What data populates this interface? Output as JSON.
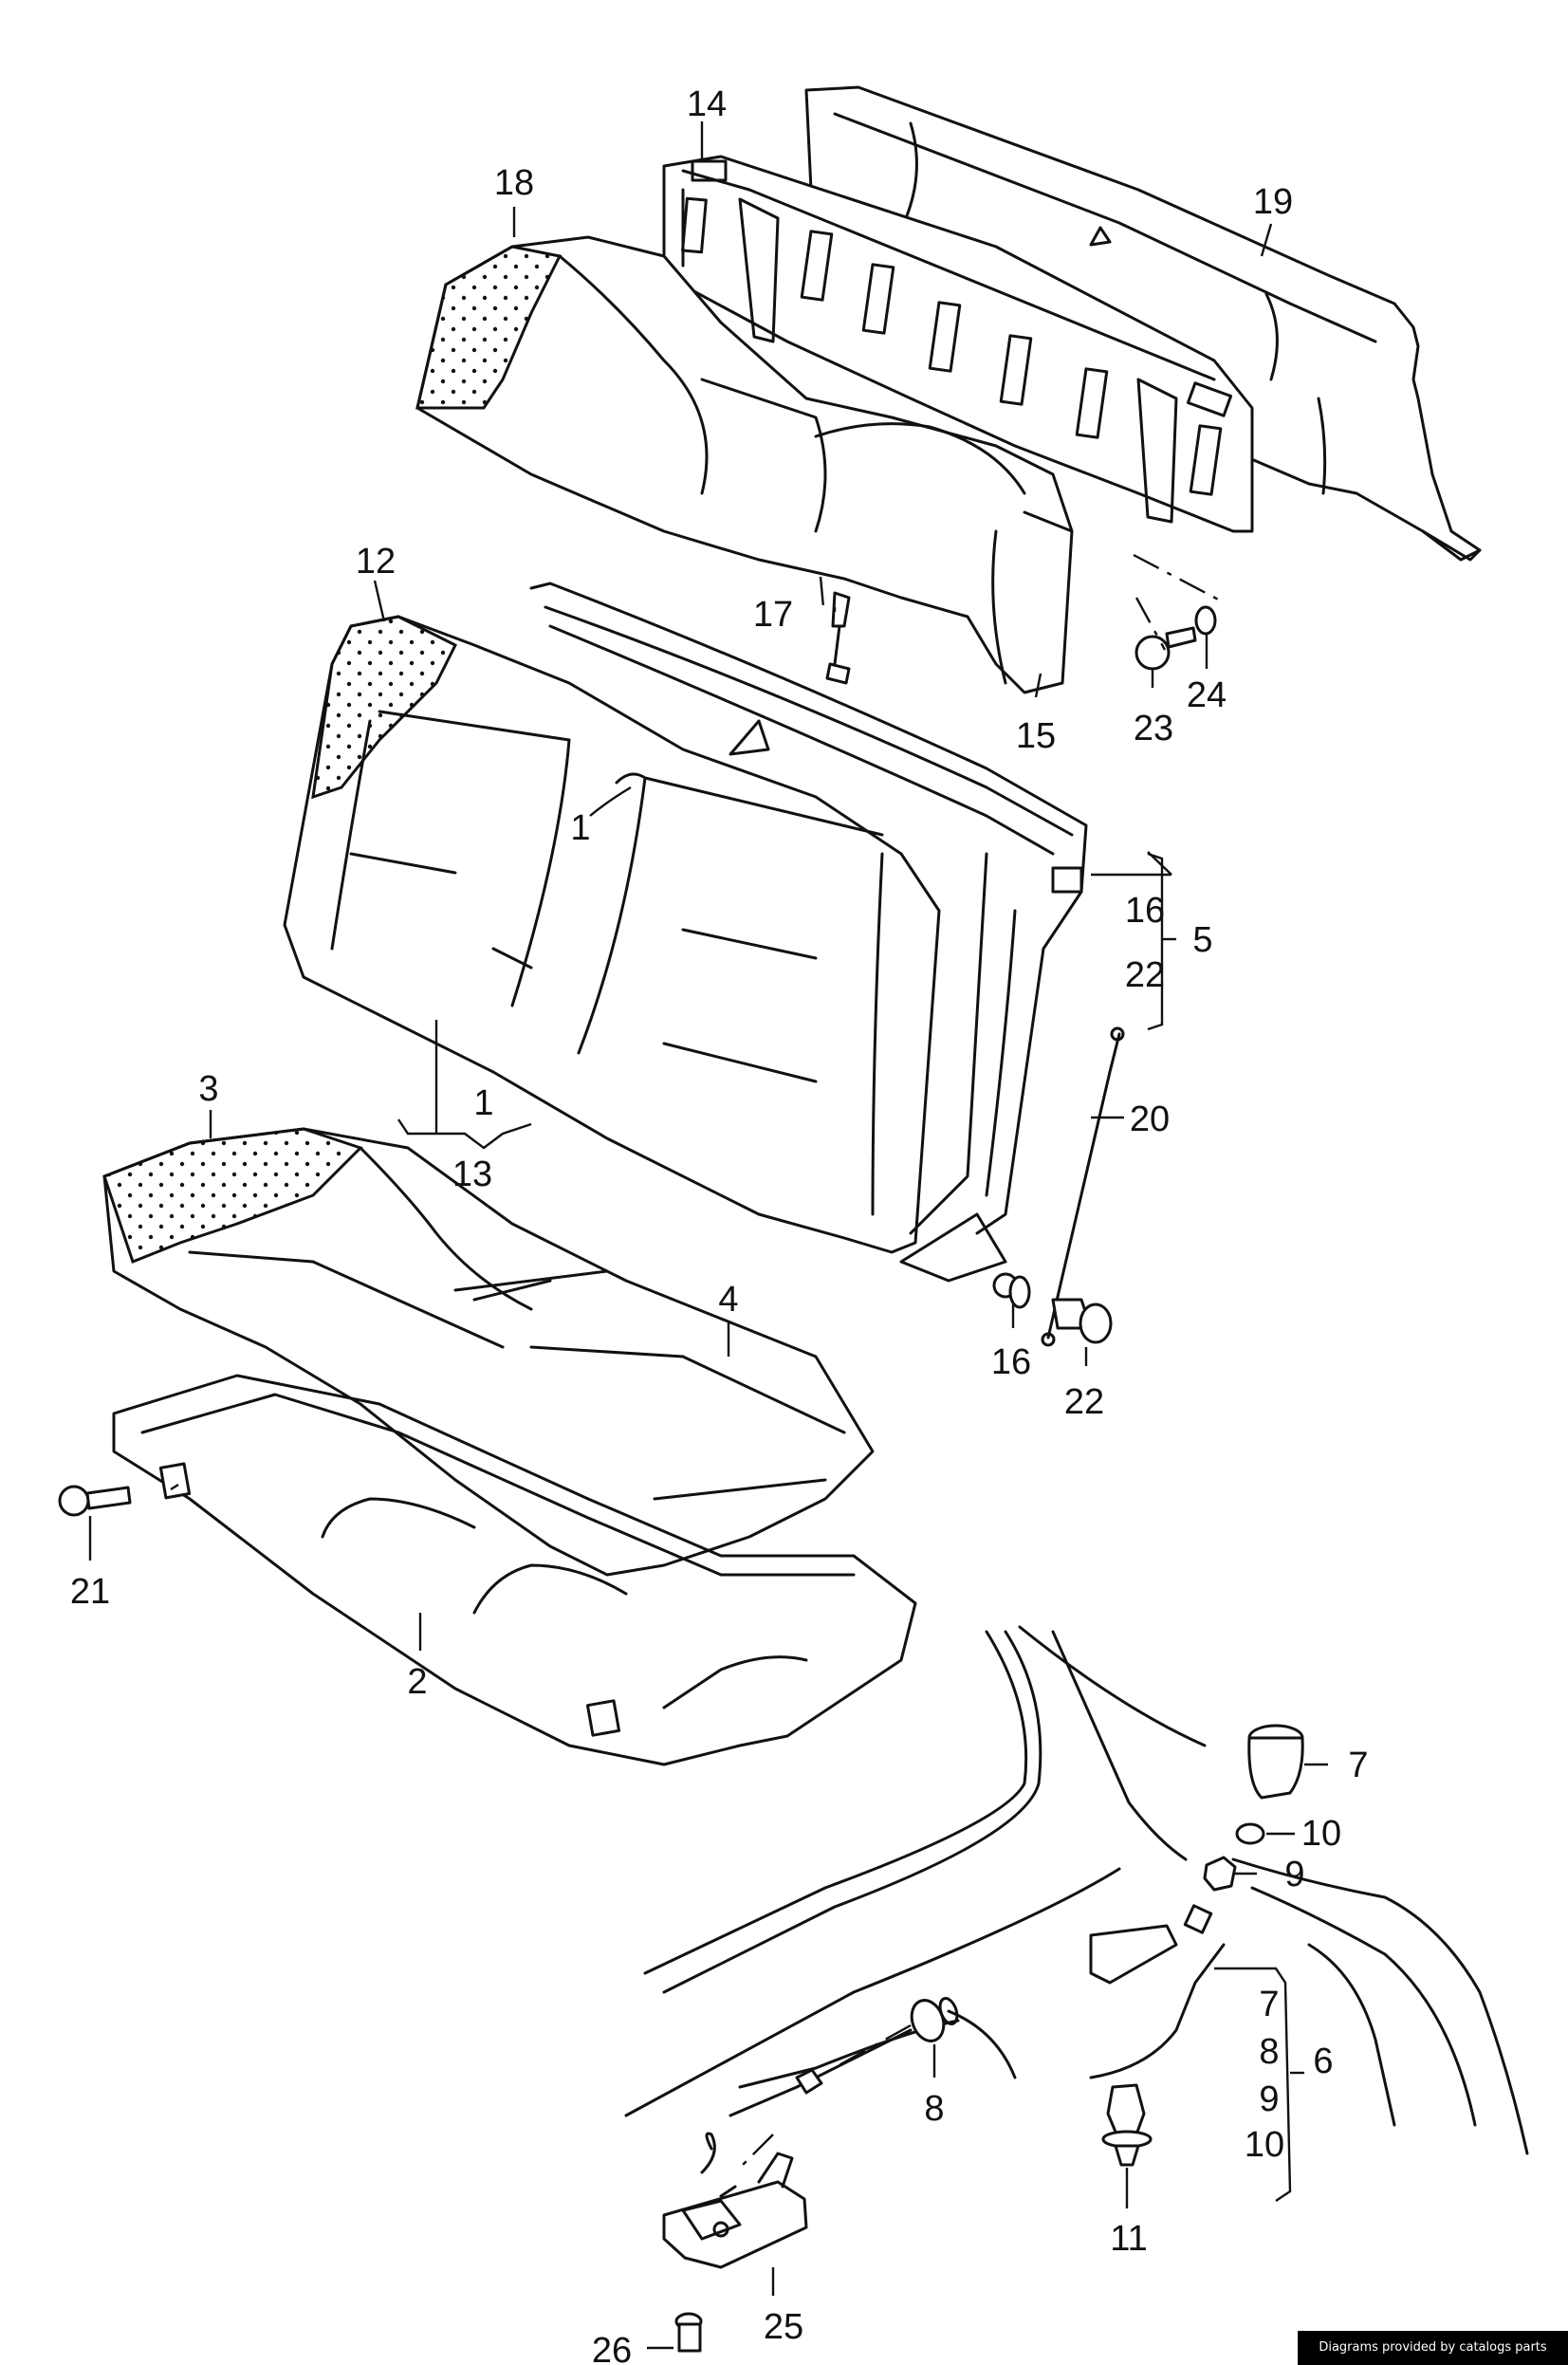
{
  "callouts": {
    "c14": "14",
    "c18": "18",
    "c19": "19",
    "c12": "12",
    "c17": "17",
    "c15": "15",
    "c23": "23",
    "c24": "24",
    "c1a": "1",
    "c16a": "16",
    "c22a": "22",
    "c5": "5",
    "c20": "20",
    "c1b": "1",
    "c13": "13",
    "c3": "3",
    "c4": "4",
    "c16b": "16",
    "c22b": "22",
    "c21": "21",
    "c2": "2",
    "c7a": "7",
    "c10a": "10",
    "c9a": "9",
    "c7b": "7",
    "c8a": "8",
    "c9b": "9",
    "c10b": "10",
    "c6": "6",
    "c8b": "8",
    "c11": "11",
    "c25": "25",
    "c26": "26"
  },
  "credit": "Diagrams provided by catalogs parts"
}
